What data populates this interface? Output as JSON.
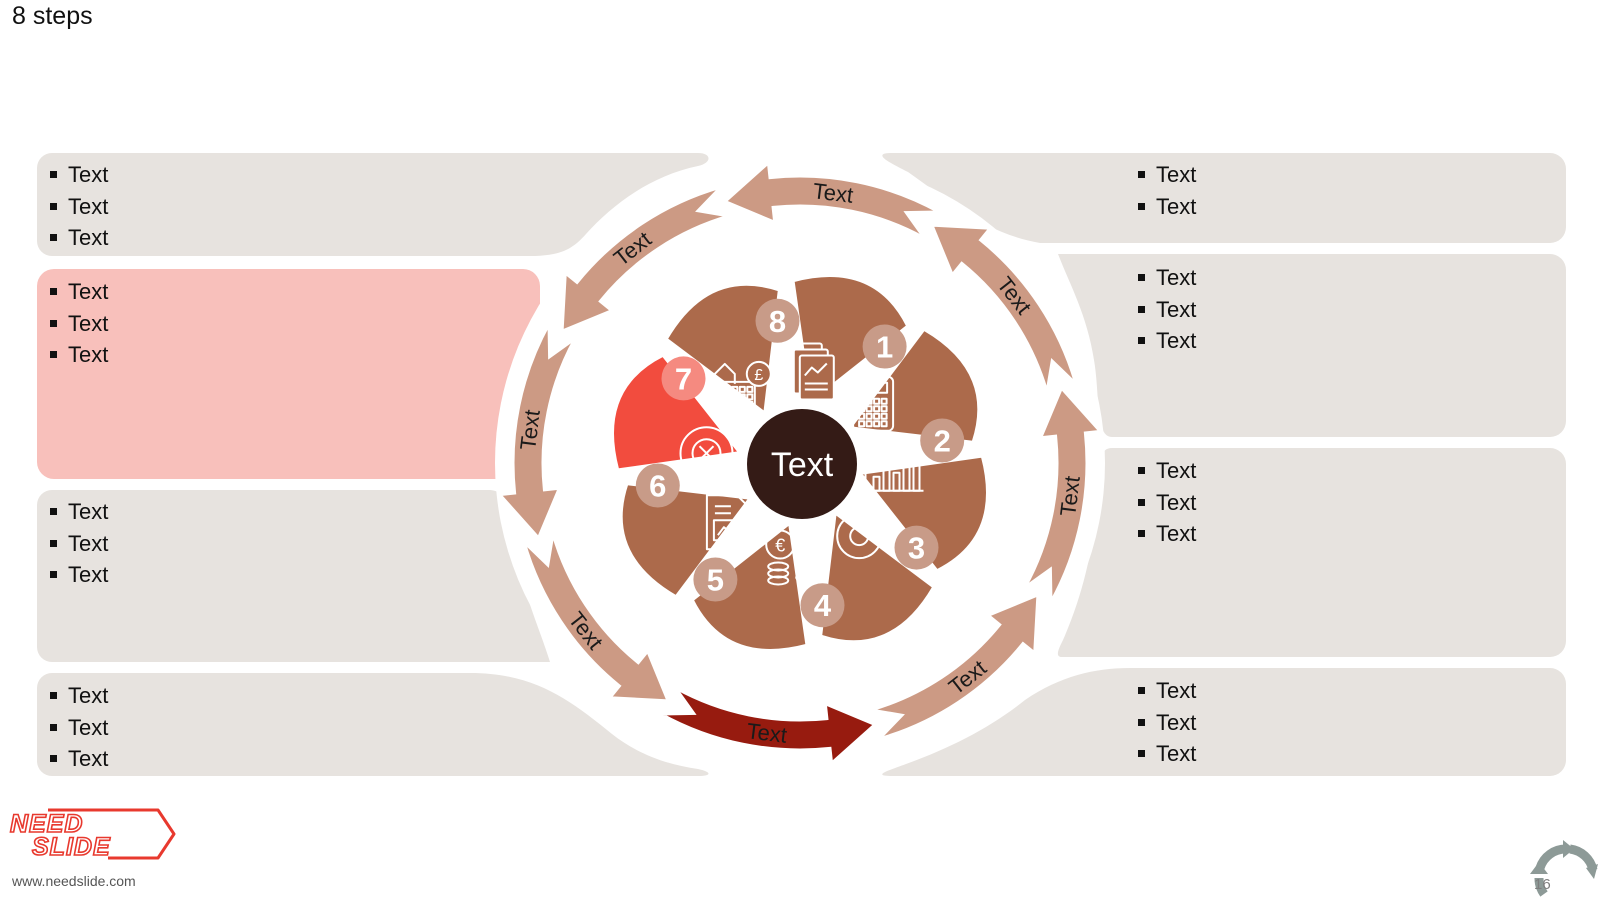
{
  "title": "8 steps",
  "center_label": "Text",
  "colors": {
    "panel": "#e7e3df",
    "panel_highlight": "#f8c0bb",
    "ring": "#cc9a84",
    "ring_active": "#971b0f",
    "wedge": "#ac6a4b",
    "wedge_active": "#f24c3e",
    "badge": "#c89b88",
    "badge_active": "#f58a80",
    "center": "#341b16"
  },
  "left_panels": [
    {
      "items": [
        "Text",
        "Text",
        "Text"
      ]
    },
    {
      "items": [
        "Text",
        "Text",
        "Text"
      ]
    },
    {
      "items": [
        "Text",
        "Text",
        "Text"
      ]
    },
    {
      "items": [
        "Text",
        "Text",
        "Text"
      ]
    }
  ],
  "right_panels": [
    {
      "items": [
        "Text",
        "Text"
      ]
    },
    {
      "items": [
        "Text",
        "Text",
        "Text"
      ]
    },
    {
      "items": [
        "Text",
        "Text",
        "Text"
      ]
    },
    {
      "items": [
        "Text",
        "Text",
        "Text"
      ]
    }
  ],
  "ring_labels": [
    "Text",
    "Text",
    "Text",
    "Text",
    "Text",
    "Text",
    "Text",
    "Text"
  ],
  "steps": [
    {
      "number": "1",
      "icon": "financial-report-icon"
    },
    {
      "number": "2",
      "icon": "calculator-icon"
    },
    {
      "number": "3",
      "icon": "bar-chart-growth-icon"
    },
    {
      "number": "4",
      "icon": "pie-chart-icon"
    },
    {
      "number": "5",
      "icon": "euro-coins-icon"
    },
    {
      "number": "6",
      "icon": "report-document-icon"
    },
    {
      "number": "7",
      "icon": "cancel-circle-icon"
    },
    {
      "number": "8",
      "icon": "pound-calculator-icon"
    }
  ],
  "logo": {
    "line1": "NEED",
    "line2": "SLIDE"
  },
  "website": "www.needslide.com",
  "page_number": "16"
}
